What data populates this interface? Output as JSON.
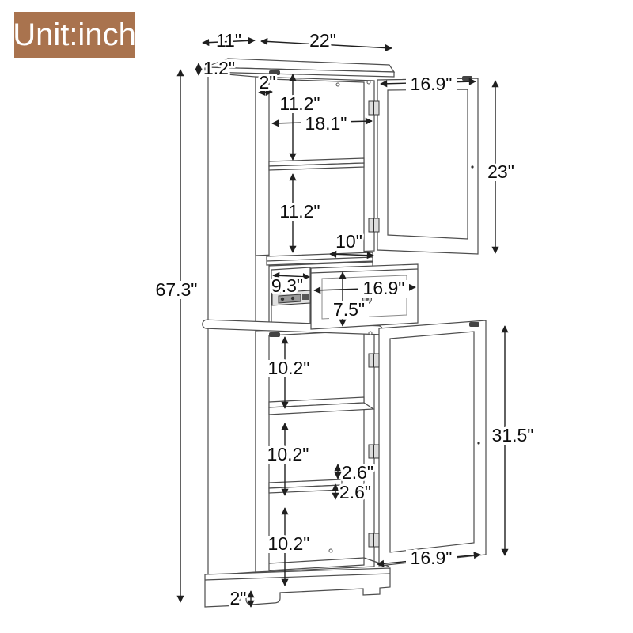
{
  "unit_label": "Unit:inch",
  "colors": {
    "badge_bg": "#a9734e",
    "badge_text": "#ffffff",
    "line_color": "#4d4d4d",
    "dimension_text": "#0d0d0d"
  },
  "dims": {
    "top_depth": "11\"",
    "top_width": "22\"",
    "top_thickness": "1.2\"",
    "frame_width": "2\"",
    "upper_compartment_1": "11.2\"",
    "interior_width": "18.1\"",
    "upper_door_width": "16.9\"",
    "upper_door_height": "23\"",
    "upper_compartment_2": "11.2\"",
    "upper_opening_width": "10\"",
    "drawer_slide_depth": "9.3\"",
    "drawer_width": "16.9\"",
    "drawer_height": "7.5\"",
    "lower_compartment_1": "10.2\"",
    "lower_compartment_2": "10.2\"",
    "shelf_gap_upper": "2.6\"",
    "shelf_gap_lower": "2.6\"",
    "lower_compartment_3": "10.2\"",
    "lower_door_height": "31.5\"",
    "lower_door_width": "16.9\"",
    "base_height": "2\"",
    "overall_height": "67.3\""
  }
}
